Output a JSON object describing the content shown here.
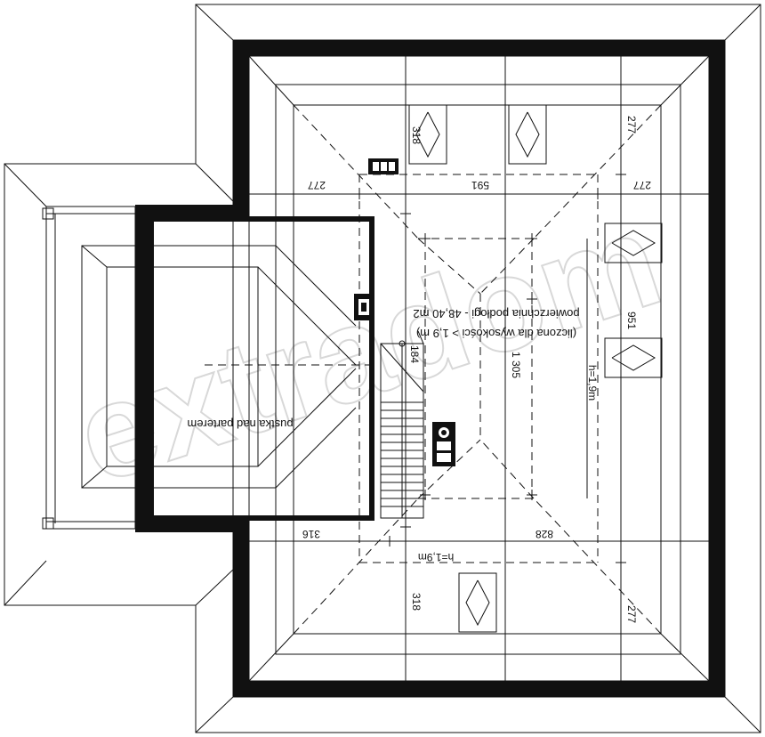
{
  "labels": {
    "room_void": "pustka nad parterem",
    "floor_area": "powierzchnia podłogi - 48,40 m2",
    "floor_area_note": "(liczona dla wysokości > 1,9 m)",
    "height_left": "h=1,9m",
    "height_right": "h=1,9m"
  },
  "dimensions": {
    "top_left": "277",
    "top_mid": "591",
    "top_right": "277",
    "bottom_left": "316",
    "bottom_right": "828",
    "v_left_top": "318",
    "v_left_bottom": "318",
    "v_left_stair": "184",
    "v_center": "1 305",
    "v_right_top": "277",
    "v_right_mid": "951",
    "v_right_bottom": "277"
  },
  "watermark": "extradom",
  "colors": {
    "line": "#111111",
    "watermark": "#d8d8d8",
    "background": "#ffffff"
  }
}
